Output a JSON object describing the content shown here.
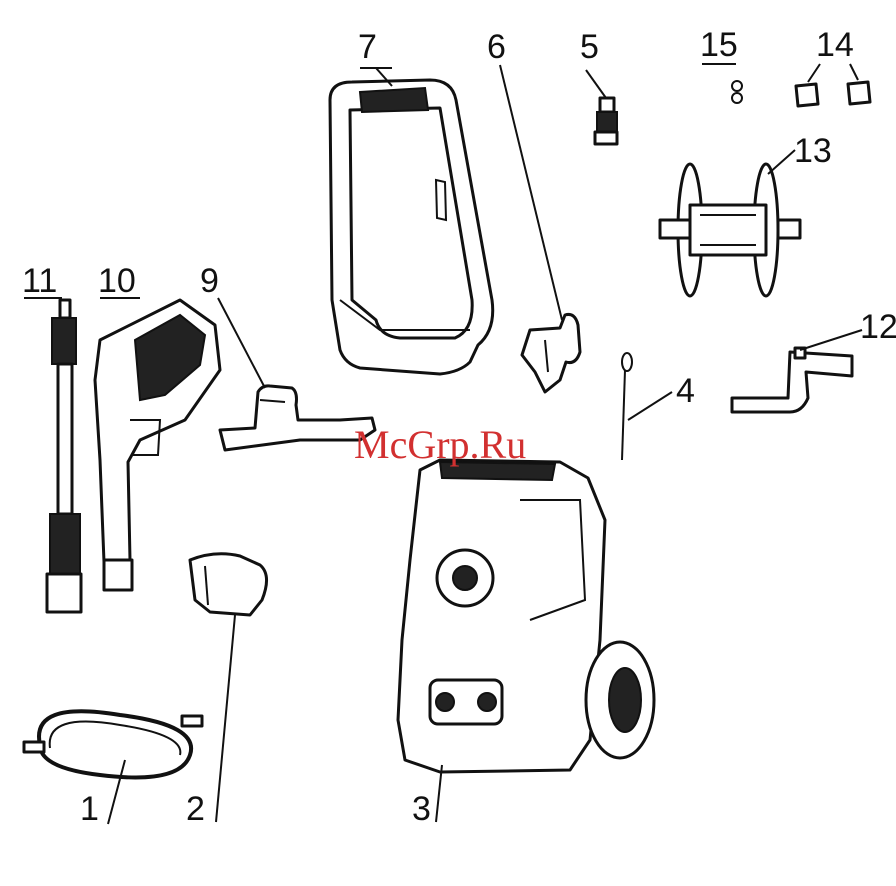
{
  "watermark": "McGrp.Ru",
  "labels": {
    "p1": "1",
    "p2": "2",
    "p3": "3",
    "p4": "4",
    "p5": "5",
    "p6": "6",
    "p7": "7",
    "p8": "",
    "p9": "9",
    "p10": "10",
    "p11": "11",
    "p12": "12",
    "p13": "13",
    "p14": "14",
    "p15": "15"
  }
}
